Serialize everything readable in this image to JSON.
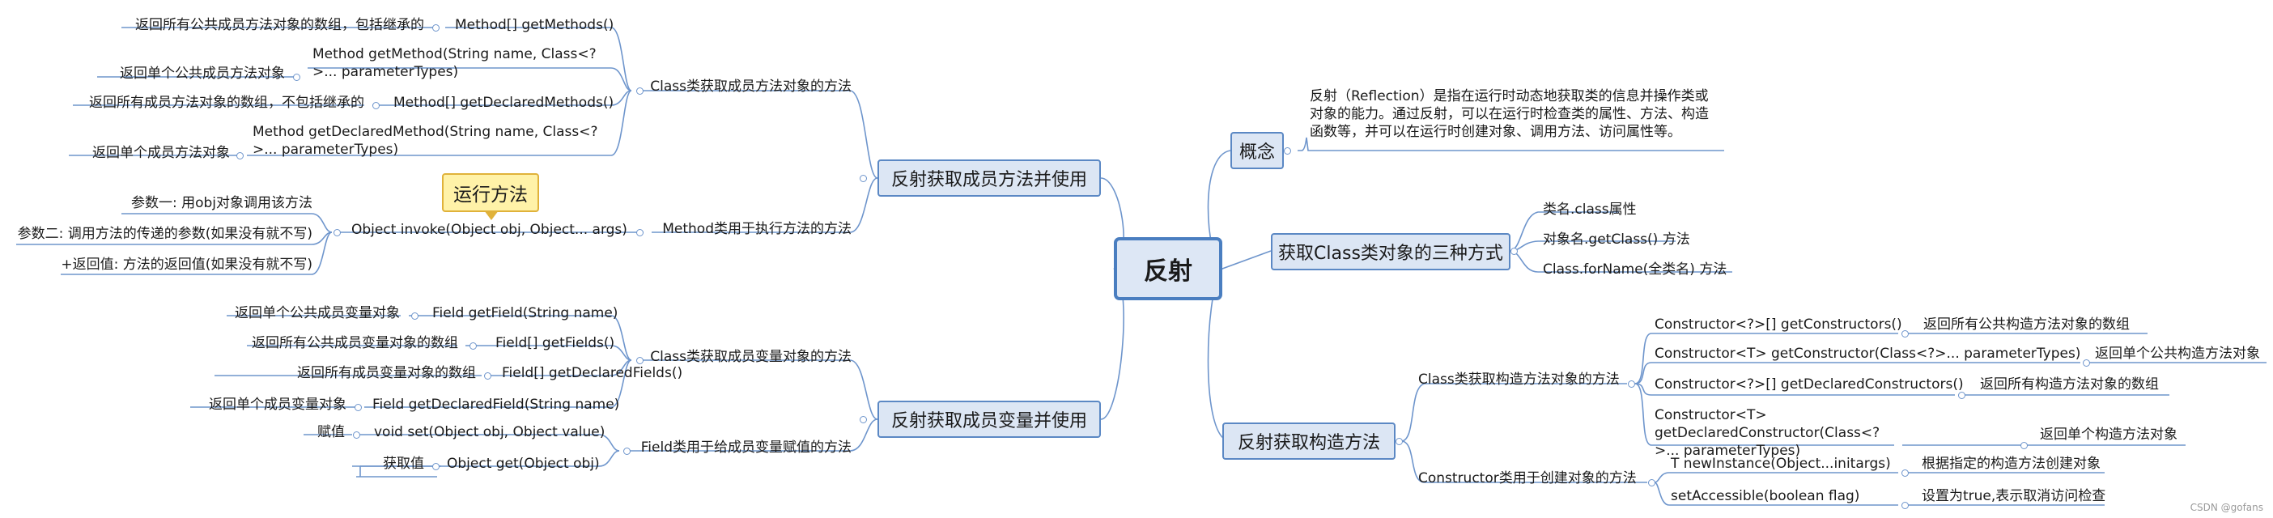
{
  "root": "反射",
  "concept": {
    "label": "概念",
    "text": "反射（Reflection）是指在运行时动态地获取类的信息并操作类或对象的能力。通过反射，可以在运行时检查类的属性、方法、构造函数等，并可以在运行时创建对象、调用方法、访问属性等。"
  },
  "class_obj": {
    "label": "获取Class类对象的三种方式",
    "items": [
      "类名.class属性",
      "对象名.getClass() 方法",
      "Class.forName(全类名) 方法"
    ]
  },
  "ctor": {
    "label": "反射获取构造方法",
    "get_group": "Class类获取构造方法对象的方法",
    "get_items": [
      {
        "method": "Constructor<?>[] getConstructors()",
        "desc": "返回所有公共构造方法对象的数组"
      },
      {
        "method": "Constructor<T> getConstructor(Class<?>... parameterTypes)",
        "desc": "返回单个公共构造方法对象"
      },
      {
        "method": "Constructor<?>[] getDeclaredConstructors()",
        "desc": "返回所有构造方法对象的数组"
      },
      {
        "method": "Constructor<T> getDeclaredConstructor(Class<?>... parameterTypes)",
        "desc": "返回单个构造方法对象"
      }
    ],
    "use_group": "Constructor类用于创建对象的方法",
    "use_items": [
      {
        "method": "T newInstance(Object...initargs)",
        "desc": "根据指定的构造方法创建对象"
      },
      {
        "method": "setAccessible(boolean flag)",
        "desc": "设置为true,表示取消访问检查"
      }
    ]
  },
  "method": {
    "label": "反射获取成员方法并使用",
    "get_group": "Class类获取成员方法对象的方法",
    "get_items": [
      {
        "method": "Method[] getMethods()",
        "desc": "返回所有公共成员方法对象的数组，包括继承的"
      },
      {
        "method": "Method getMethod(String name, Class<?>... parameterTypes)",
        "desc": "返回单个公共成员方法对象"
      },
      {
        "method": "Method[] getDeclaredMethods()",
        "desc": "返回所有成员方法对象的数组，不包括继承的"
      },
      {
        "method": "Method getDeclaredMethod(String name, Class<?>... parameterTypes)",
        "desc": "返回单个成员方法对象"
      }
    ],
    "use_group": "Method类用于执行方法的方法",
    "invoke": "Object invoke(Object obj, Object... args)",
    "invoke_params": [
      "参数一: 用obj对象调用该方法",
      "参数二: 调用方法的传递的参数(如果没有就不写)",
      "+返回值: 方法的返回值(如果没有就不写)"
    ],
    "callout": "运行方法"
  },
  "field": {
    "label": "反射获取成员变量并使用",
    "get_group": "Class类获取成员变量对象的方法",
    "get_items": [
      {
        "method": "Field getField(String name)",
        "desc": "返回单个公共成员变量对象"
      },
      {
        "method": "Field[] getFields()",
        "desc": "返回所有公共成员变量对象的数组"
      },
      {
        "method": "Field[] getDeclaredFields()",
        "desc": "返回所有成员变量对象的数组"
      },
      {
        "method": "Field getDeclaredField(String name)",
        "desc": "返回单个成员变量对象"
      }
    ],
    "use_group": "Field类用于给成员变量赋值的方法",
    "use_items": [
      {
        "method": "void set(Object obj, Object value)",
        "desc": "赋值"
      },
      {
        "method": "Object get(Object obj)",
        "desc": "获取值"
      }
    ]
  },
  "watermark": "CSDN @gofans"
}
